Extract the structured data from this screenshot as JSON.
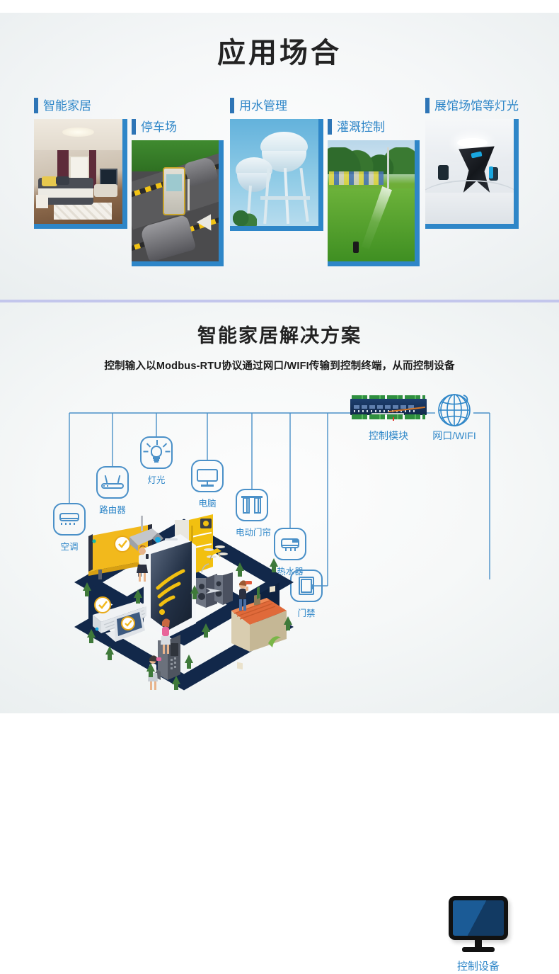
{
  "section_apps": {
    "title": "应用场合",
    "cards": [
      {
        "label": "智能家居",
        "art": "bedroom"
      },
      {
        "label": "停车场",
        "art": "parking"
      },
      {
        "label": "用水管理",
        "art": "water-tower"
      },
      {
        "label": "灌溉控制",
        "art": "irrigation"
      },
      {
        "label": "展馆场馆等灯光",
        "art": "exhibition-hall"
      }
    ]
  },
  "section_solution": {
    "title": "智能家居解决方案",
    "subtitle": "控制输入以Modbus-RTU协议通过网口/WIFI传输到控制终端，从而控制设备",
    "nodes": [
      {
        "label": "空调",
        "icon": "air-conditioner-icon"
      },
      {
        "label": "路由器",
        "icon": "router-icon"
      },
      {
        "label": "灯光",
        "icon": "light-bulb-icon"
      },
      {
        "label": "电脑",
        "icon": "computer-monitor-icon"
      },
      {
        "label": "电动门帘",
        "icon": "electric-curtain-icon"
      },
      {
        "label": "热水器",
        "icon": "water-heater-icon"
      },
      {
        "label": "门禁",
        "icon": "access-control-icon"
      }
    ],
    "control_module_label": "控制模块",
    "network_label": "网口/WIFI",
    "control_device_label": "控制设备",
    "control_module_icon": "relay-board-icon",
    "network_icon": "globe-icon",
    "control_device_icon": "monitor-icon"
  },
  "colors": {
    "accent_blue": "#2E86C8",
    "bar_blue": "#2E75B6",
    "line_blue": "#4a90c8",
    "divider": "#c3c6ec",
    "title_dark": "#232323",
    "board_navy": "#16325a",
    "device_screen": "#1b5b96"
  }
}
